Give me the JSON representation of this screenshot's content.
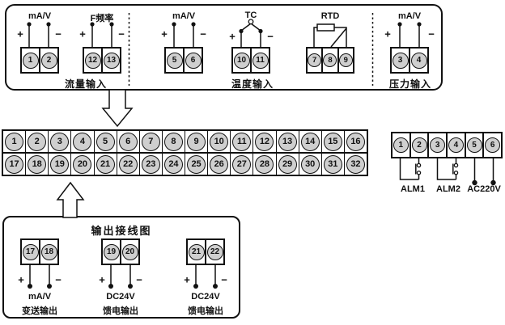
{
  "top_box": {
    "groups": [
      {
        "title": "mA/V",
        "terminals": [
          "1",
          "2"
        ],
        "plus": "+",
        "minus": "−"
      },
      {
        "title": "F频率",
        "terminals": [
          "12",
          "13"
        ],
        "plus": "+",
        "minus": "−"
      },
      {
        "title": "mA/V",
        "terminals": [
          "5",
          "6"
        ],
        "plus": "+",
        "minus": "−"
      },
      {
        "title": "TC",
        "terminals": [
          "10",
          "11"
        ],
        "plus": "+",
        "minus": "−"
      },
      {
        "title": "RTD",
        "terminals": [
          "7",
          "8",
          "9"
        ]
      },
      {
        "title": "mA/V",
        "terminals": [
          "3",
          "4"
        ],
        "plus": "+",
        "minus": "−"
      }
    ],
    "section_labels": [
      "流量输入",
      "温度输入",
      "压力输入"
    ]
  },
  "main_strip": {
    "top_row": [
      "1",
      "2",
      "3",
      "4",
      "5",
      "6",
      "7",
      "8",
      "9",
      "10",
      "11",
      "12",
      "13",
      "14",
      "15",
      "16"
    ],
    "bottom_row": [
      "17",
      "18",
      "19",
      "20",
      "21",
      "22",
      "23",
      "24",
      "25",
      "26",
      "27",
      "28",
      "29",
      "30",
      "31",
      "32"
    ]
  },
  "right_strip": {
    "terminals": [
      "1",
      "2",
      "3",
      "4",
      "5",
      "6"
    ],
    "labels": [
      "ALM1",
      "ALM2",
      "AC220V"
    ]
  },
  "output_box": {
    "title": "输出接线图",
    "groups": [
      {
        "terminals": [
          "17",
          "18"
        ],
        "plus": "+",
        "minus": "−",
        "line1": "mA/V",
        "line2": "变送输出"
      },
      {
        "terminals": [
          "19",
          "20"
        ],
        "plus": "+",
        "minus": "−",
        "line1": "DC24V",
        "line2": "馈电输出"
      },
      {
        "terminals": [
          "21",
          "22"
        ],
        "plus": "+",
        "minus": "−",
        "line1": "DC24V",
        "line2": "馈电输出"
      }
    ]
  },
  "colors": {
    "line": "#111111",
    "terminal_fill": "#cfcfcf",
    "background": "#ffffff"
  }
}
